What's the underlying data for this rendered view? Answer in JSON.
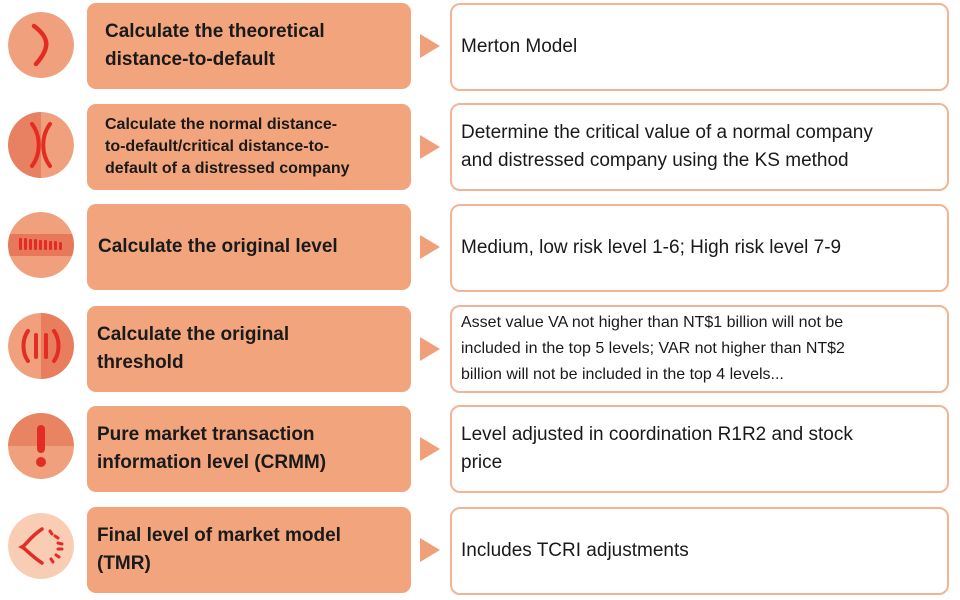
{
  "colors": {
    "step_fill": "#f2a47c",
    "arrow": "#f0a078",
    "result_border": "#f2b494",
    "icon_light": "#f0a07c",
    "icon_dark": "#e2674a",
    "icon_mark": "#e32d24"
  },
  "steps": [
    {
      "label": "Calculate the theoretical\ndistance-to-default",
      "result": "Merton Model",
      "icon": "chevron-curve-icon"
    },
    {
      "label": "Calculate the normal  distance-\nto-default/critical distance-to-\ndefault  of a distressed company",
      "result": "Determine the critical value of a normal company\nand distressed company using the KS method",
      "icon": "narrow-waist-icon"
    },
    {
      "label": "Calculate the original level",
      "result": "Medium, low risk level 1-6; High risk level 7-9",
      "icon": "dotted-bar-icon"
    },
    {
      "label": "Calculate the original\nthreshold",
      "result": "Asset value VA not higher than NT$1 billion will not be\nincluded in the top 5 levels; VAR not higher than NT$2\nbillion will not be included in the top 4 levels...",
      "icon": "bracket-pair-icon"
    },
    {
      "label": "Pure market transaction\ninformation level (CRMM)",
      "result": "Level adjusted in coordination R1R2 and stock\nprice",
      "icon": "exclamation-icon"
    },
    {
      "label": "Final level of market model\n(TMR)",
      "result": "Includes TCRI adjustments",
      "icon": "loading-spinner-icon"
    }
  ]
}
